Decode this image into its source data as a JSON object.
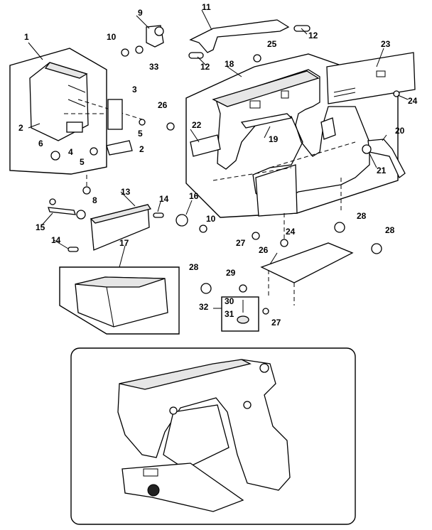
{
  "callouts": [
    {
      "id": "c1",
      "text": "1"
    },
    {
      "id": "c2a",
      "text": "2"
    },
    {
      "id": "c2b",
      "text": "2"
    },
    {
      "id": "c3",
      "text": "3"
    },
    {
      "id": "c4",
      "text": "4"
    },
    {
      "id": "c5a",
      "text": "5"
    },
    {
      "id": "c5b",
      "text": "5"
    },
    {
      "id": "c6",
      "text": "6"
    },
    {
      "id": "c8",
      "text": "8"
    },
    {
      "id": "c9",
      "text": "9"
    },
    {
      "id": "c10a",
      "text": "10"
    },
    {
      "id": "c10b",
      "text": "10"
    },
    {
      "id": "c11",
      "text": "11"
    },
    {
      "id": "c12a",
      "text": "12"
    },
    {
      "id": "c12b",
      "text": "12"
    },
    {
      "id": "c13",
      "text": "13"
    },
    {
      "id": "c14a",
      "text": "14"
    },
    {
      "id": "c14b",
      "text": "14"
    },
    {
      "id": "c15",
      "text": "15"
    },
    {
      "id": "c16",
      "text": "16"
    },
    {
      "id": "c17",
      "text": "17"
    },
    {
      "id": "c18",
      "text": "18"
    },
    {
      "id": "c19",
      "text": "19"
    },
    {
      "id": "c20",
      "text": "20"
    },
    {
      "id": "c21",
      "text": "21"
    },
    {
      "id": "c22",
      "text": "22"
    },
    {
      "id": "c23",
      "text": "23"
    },
    {
      "id": "c24a",
      "text": "24"
    },
    {
      "id": "c24b",
      "text": "24"
    },
    {
      "id": "c25",
      "text": "25"
    },
    {
      "id": "c26a",
      "text": "26"
    },
    {
      "id": "c26b",
      "text": "26"
    },
    {
      "id": "c27a",
      "text": "27"
    },
    {
      "id": "c27b",
      "text": "27"
    },
    {
      "id": "c28a",
      "text": "28"
    },
    {
      "id": "c28b",
      "text": "28"
    },
    {
      "id": "c28c",
      "text": "28"
    },
    {
      "id": "c29",
      "text": "29"
    },
    {
      "id": "c30",
      "text": "30"
    },
    {
      "id": "c31",
      "text": "31"
    },
    {
      "id": "c32",
      "text": "32"
    },
    {
      "id": "c33",
      "text": "33"
    }
  ]
}
